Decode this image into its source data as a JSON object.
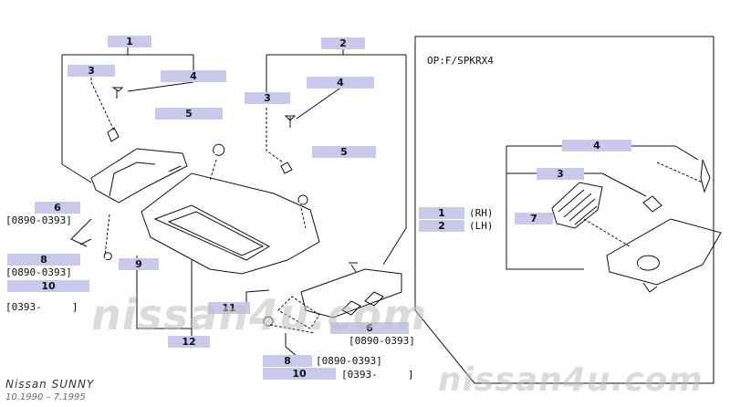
{
  "callouts": {
    "c1": "1",
    "c2": "2",
    "c3_left": "3",
    "c3_mid": "3",
    "c3_right": "3",
    "c4_left": "4",
    "c4_mid": "4",
    "c4_right": "4",
    "c5_left": "5",
    "c5_mid": "5",
    "c6_left": "6",
    "c6_mid": "6",
    "c7": "7",
    "c8_left": "8",
    "c8_mid": "8",
    "c9": "9",
    "c10_left": "10",
    "c10_mid": "10",
    "c11": "11",
    "c12": "12",
    "c1_right": "1",
    "c2_right": "2"
  },
  "dates": {
    "d6_left": "[0890-0393]",
    "d8_left": "[0890-0393]",
    "d10_left": "[0393-     ]",
    "d6_mid": "[0890-0393]",
    "d8_mid": "[0890-0393]",
    "d10_mid": "[0393-     ]"
  },
  "option_label": "OP:F/SPKRX4",
  "rh_label": "(RH)",
  "lh_label": "(LH)",
  "model": {
    "name": "Nissan SUNNY",
    "range": "10.1990 – 7.1995"
  },
  "watermark": "nissan4u.com"
}
